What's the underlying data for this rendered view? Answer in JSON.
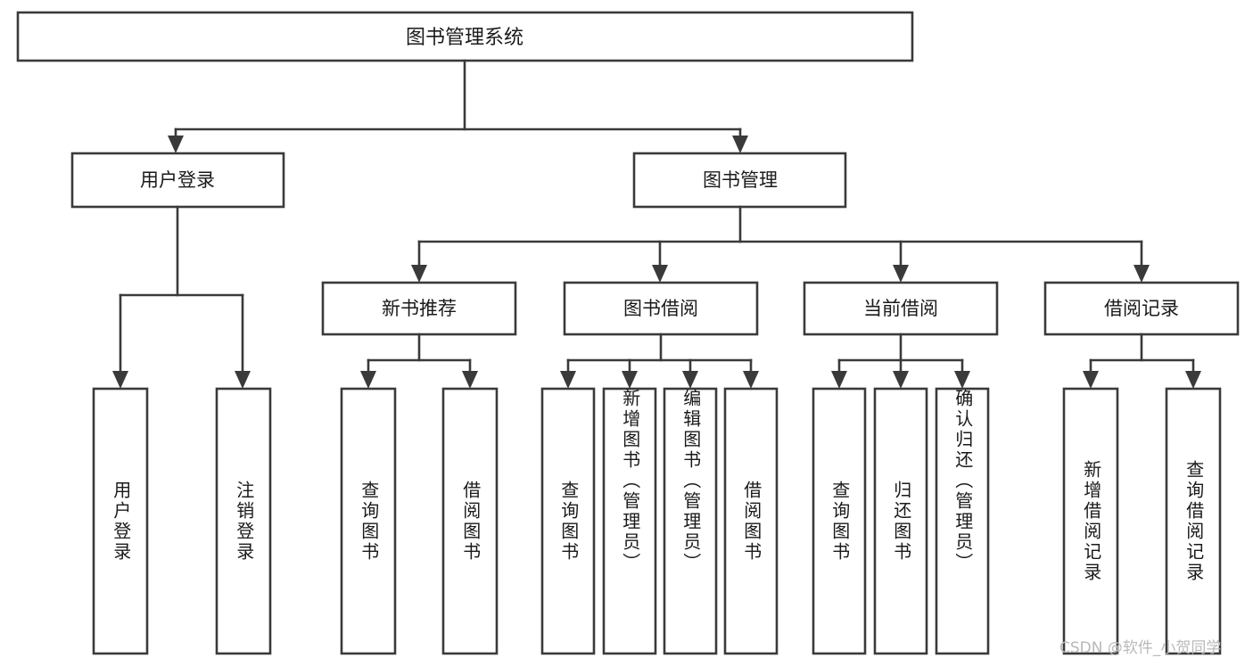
{
  "diagram": {
    "type": "tree-hierarchy-chart",
    "title": "图书管理系统",
    "watermark": "CSDN @软件_小贺同学",
    "colors": {
      "stroke": "#3a3a3a",
      "box_fill": "#ffffff",
      "text": "#1a1a1a",
      "background": "#ffffff",
      "watermark": "#b9b9b9"
    },
    "levels": {
      "root": {
        "label": "图书管理系统"
      },
      "level2": [
        {
          "label": "用户登录"
        },
        {
          "label": "图书管理"
        }
      ],
      "level3": [
        {
          "label": "新书推荐"
        },
        {
          "label": "图书借阅"
        },
        {
          "label": "当前借阅"
        },
        {
          "label": "借阅记录"
        }
      ]
    },
    "leaves": {
      "user_login": [
        {
          "label": "用户登录"
        },
        {
          "label": "注销登录"
        }
      ],
      "new_book_recommend": [
        {
          "label": "查询图书"
        },
        {
          "label": "借阅图书"
        }
      ],
      "book_borrow": [
        {
          "label": "查询图书"
        },
        {
          "label": "新增图书（管理员）"
        },
        {
          "label": "编辑图书（管理员）"
        },
        {
          "label": "借阅图书"
        }
      ],
      "current_borrow": [
        {
          "label": "查询图书"
        },
        {
          "label": "归还图书"
        },
        {
          "label": "确认归还（管理员）"
        }
      ],
      "borrow_record": [
        {
          "label": "新增借阅记录"
        },
        {
          "label": "查询借阅记录"
        }
      ]
    }
  }
}
